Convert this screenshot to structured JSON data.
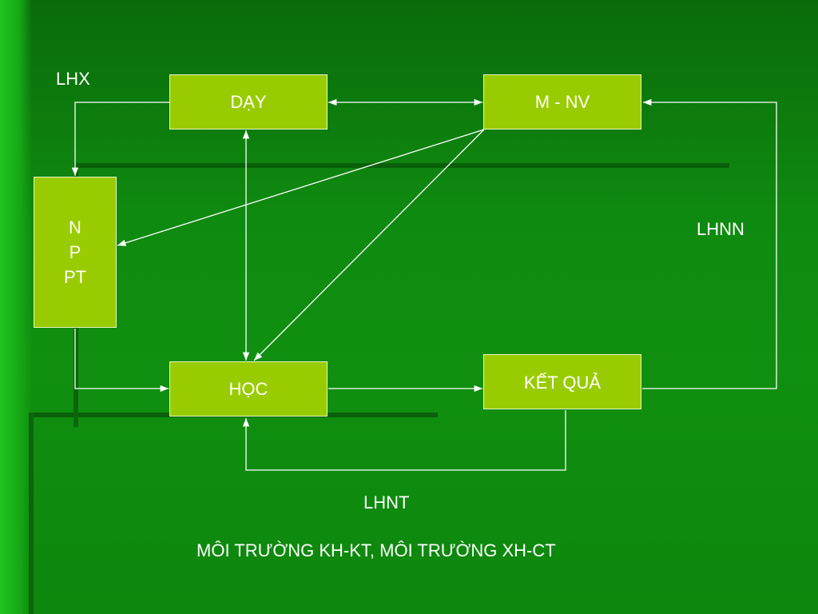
{
  "diagram": {
    "nodes": {
      "day": "DẠY",
      "mnv": "M - NV",
      "npt": [
        "N",
        "P",
        "PT"
      ],
      "hoc": "HỌC",
      "ketqua": "KẾT QUẢ"
    },
    "labels": {
      "lhx": "LHX",
      "lhnn": "LHNN",
      "lhnt": "LHNT"
    },
    "footer": "MÔI TRƯỜNG KH-KT, MÔI TRƯỜNG XH-CT",
    "colors": {
      "box_fill": "#99cc00",
      "background": "#108f10",
      "text": "#ffffff"
    }
  }
}
